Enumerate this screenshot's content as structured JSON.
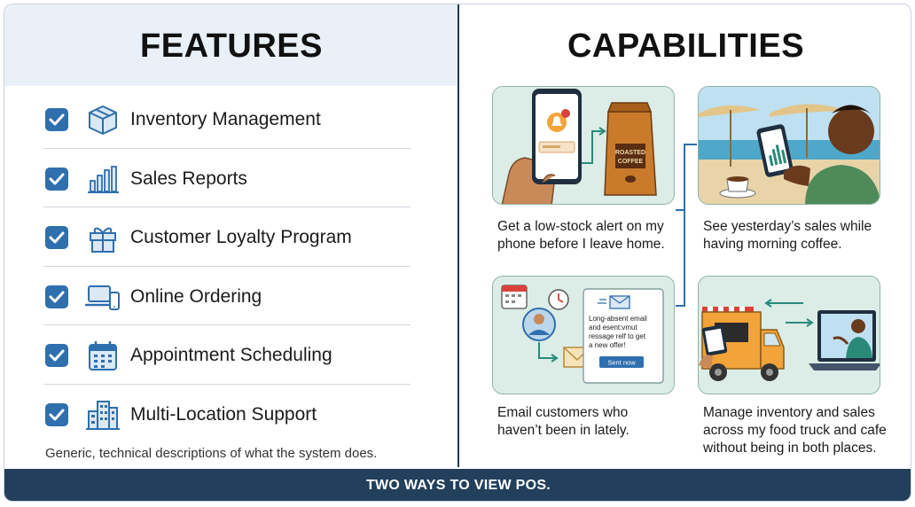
{
  "left": {
    "title": "FEATURES",
    "features": [
      {
        "label": "Inventory Management",
        "icon": "box-icon"
      },
      {
        "label": "Sales Reports",
        "icon": "bar-chart-icon"
      },
      {
        "label": "Customer Loyalty Program",
        "icon": "gift-icon"
      },
      {
        "label": "Online Ordering",
        "icon": "laptop-phone-icon"
      },
      {
        "label": "Appointment Scheduling",
        "icon": "calendar-icon"
      },
      {
        "label": "Multi-Location Support",
        "icon": "buildings-icon"
      }
    ],
    "footnote": "Generic, technical descriptions of what the system does."
  },
  "right": {
    "title": "CAPABILITIES",
    "cards": [
      {
        "caption_1": "Get a low-stock alert on my",
        "caption_2": "phone before I leave home.",
        "bag_1": "ROASTED",
        "bag_2": "COFFEE"
      },
      {
        "caption_1": "See yesterday’s sales while",
        "caption_2": "having morning coffee."
      },
      {
        "caption_1": "Email customers who",
        "caption_2": "haven’t been in lately.",
        "email_1": "Long-absent email",
        "email_2": "and esent:vmut",
        "email_3": "ressage relf to get",
        "email_4": "a new offer!",
        "email_button": "Sent now"
      },
      {
        "caption_1": "Manage inventory and sales",
        "caption_2": "across my food truck and cafe",
        "caption_3": "without being in both places."
      }
    ]
  },
  "footer": {
    "label": "TWO WAYS TO VIEW POS."
  },
  "colors": {
    "accent": "#2f6fae",
    "footer": "#223f5c",
    "card": "#dcece6",
    "header_bg": "#e9f0f8"
  }
}
